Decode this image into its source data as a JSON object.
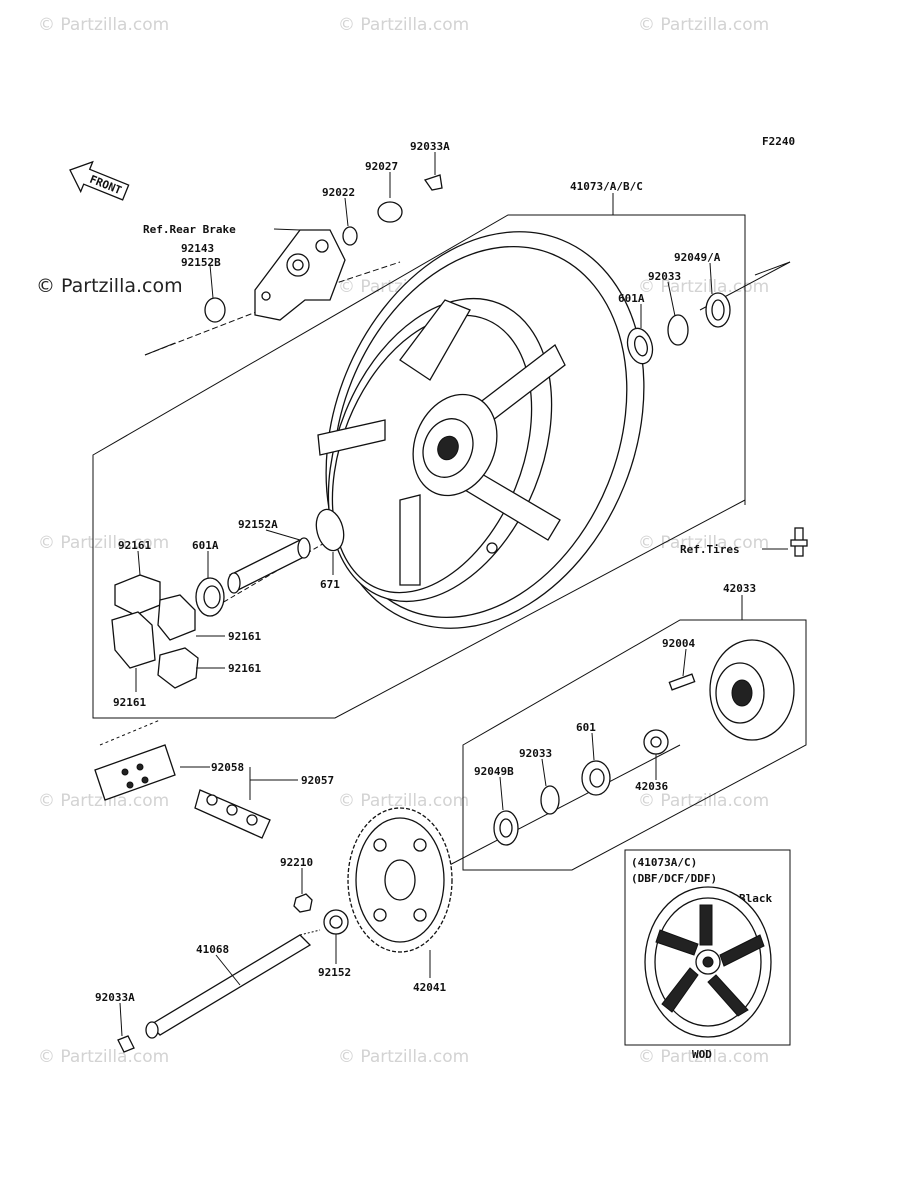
{
  "figure_code": "F2240",
  "front_label": "FRONT",
  "watermark": "© Partzilla.com",
  "parts": {
    "p92033A_top": "92033A",
    "p92027": "92027",
    "p92022": "92022",
    "p41073": "41073/A/B/C",
    "ref_rear_brake": "Ref.Rear Brake",
    "p92143": "92143",
    "p92152B": "92152B",
    "p92049A": "92049/A",
    "p92033_upper": "92033",
    "p601A_upper": "601A",
    "p92152A": "92152A",
    "p92161_a": "92161",
    "p601A_lower": "601A",
    "p671": "671",
    "ref_tires": "Ref.Tires",
    "p92161_b": "92161",
    "p92161_c": "92161",
    "p92161_d": "92161",
    "p42033": "42033",
    "p92004": "92004",
    "p601": "601",
    "p92033_lower": "92033",
    "p92049B": "92049B",
    "p42036": "42036",
    "p92058": "92058",
    "p92057": "92057",
    "p92210": "92210",
    "p41068": "41068",
    "p92152": "92152",
    "p42041": "42041",
    "p92033A_bottom": "92033A"
  },
  "inset": {
    "line1": "(41073A/C)",
    "line2": "(DBF/DCF/DDF)",
    "color_label": "Black",
    "footer": "WOD"
  }
}
